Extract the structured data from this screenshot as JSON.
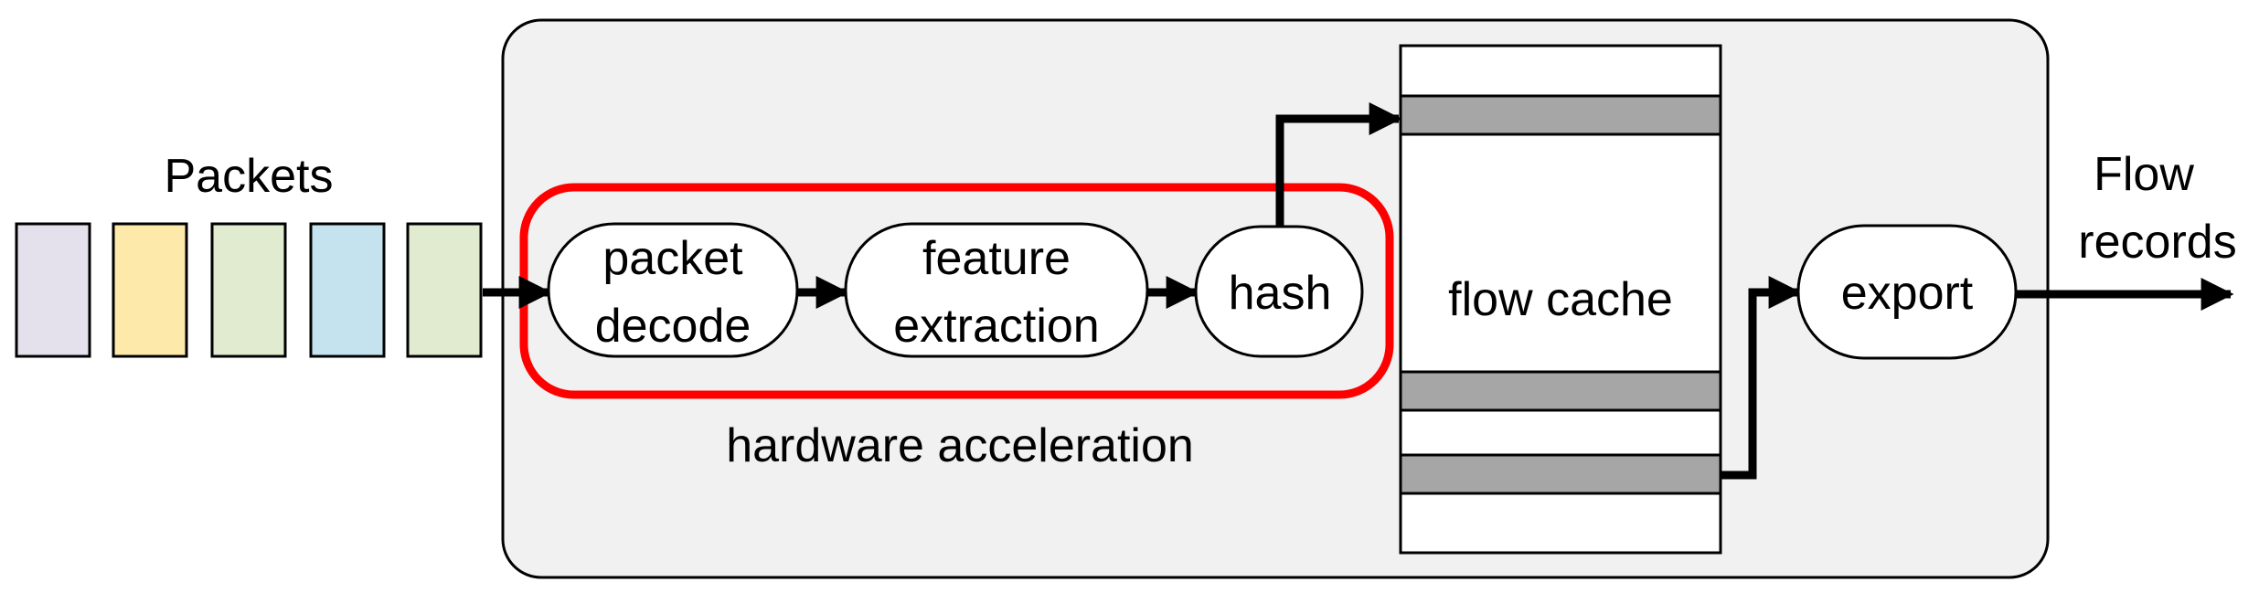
{
  "packets": {
    "label": "Packets",
    "colors": [
      "#e4e0ec",
      "#fde9a9",
      "#e0ebd0",
      "#c4e3ee",
      "#e0ebd0"
    ]
  },
  "pipeline": {
    "packet_decode": [
      "packet",
      "decode"
    ],
    "feature_extraction": [
      "feature",
      "extraction"
    ],
    "hash": "hash",
    "flow_cache": "flow cache",
    "export": "export"
  },
  "acceleration": {
    "label": "hardware acceleration",
    "color": "#ff0000"
  },
  "output": {
    "label": [
      "Flow",
      "records"
    ]
  },
  "colors": {
    "system_fill": "#f1f1f1",
    "cache_slot": "#a6a6a6"
  }
}
